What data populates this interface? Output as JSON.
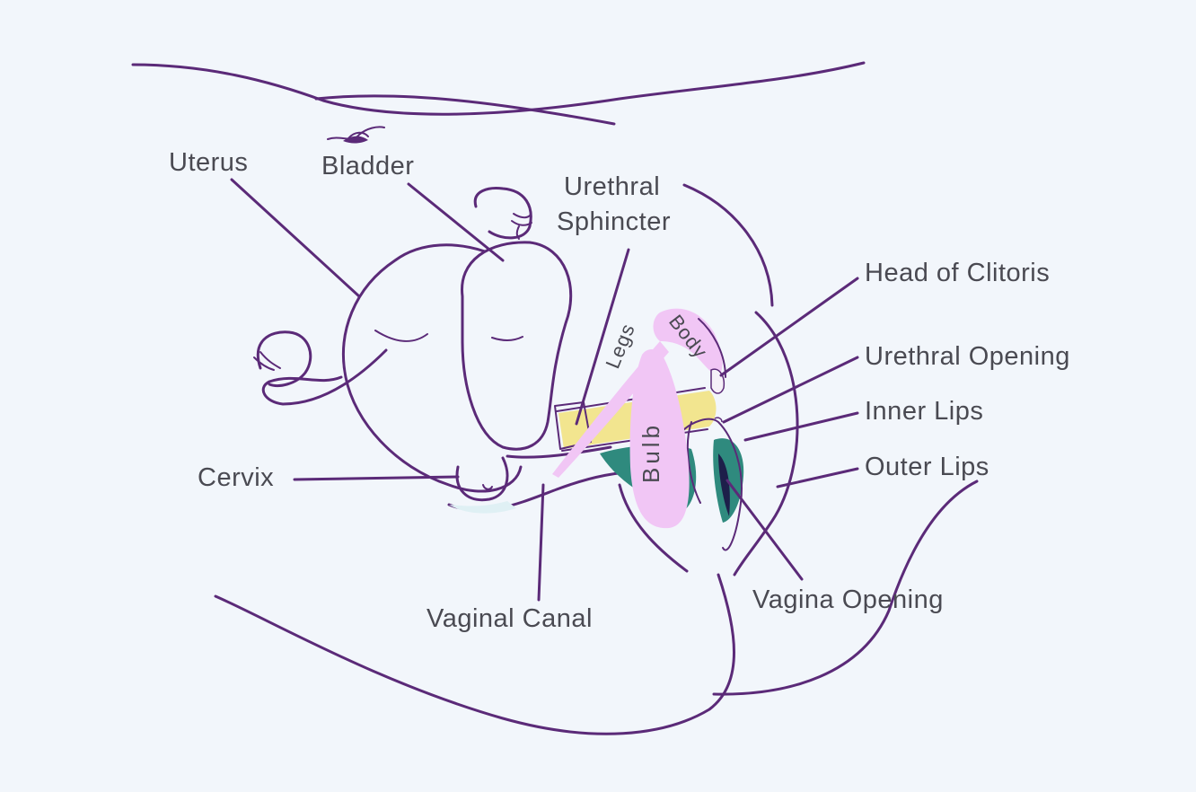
{
  "labels": {
    "uterus": "Uterus",
    "bladder": "Bladder",
    "urethral_sphincter_line1": "Urethral",
    "urethral_sphincter_line2": "Sphincter",
    "head_of_clitoris": "Head of Clitoris",
    "urethral_opening": "Urethral Opening",
    "inner_lips": "Inner Lips",
    "outer_lips": "Outer Lips",
    "cervix": "Cervix",
    "vaginal_canal": "Vaginal Canal",
    "vagina_opening": "Vagina Opening",
    "legs": "Legs",
    "body": "Body",
    "bulb": "Bulb"
  },
  "colors": {
    "background": "#f2f6fb",
    "outline": "#5b2a78",
    "text": "#4a4a52",
    "clitoris": "#f1c6f5",
    "urethra": "#f2e58f",
    "vestibule": "#2f8a7e",
    "vagina_opening": "#1d1f4a"
  }
}
